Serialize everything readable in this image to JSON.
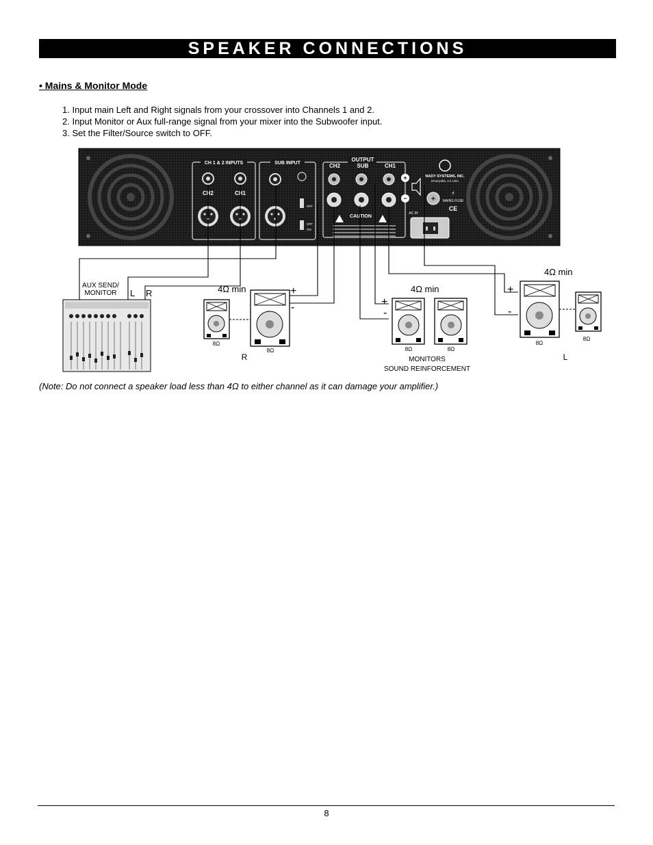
{
  "title": "SPEAKER CONNECTIONS",
  "section_heading": "• Mains & Monitor Mode",
  "steps": [
    "1. Input main Left and Right signals from your crossover into Channels 1 and 2.",
    "2. Input Monitor or Aux full-range signal from your mixer into the Subwoofer input.",
    "3. Set the Filter/Source switch to OFF."
  ],
  "amp_panel": {
    "inputs_label": "CH 1 & 2 INPUTS",
    "ch2_label": "CH2",
    "ch1_label": "CH1",
    "sub_input_label": "SUB INPUT",
    "output_label": "OUTPUT",
    "out_ch2": "CH2",
    "out_sub": "SUB",
    "out_ch1": "CH1",
    "brand": "NADY SYSTEMS, INC.",
    "city": "Emeryville, CA USA",
    "caution": "CAUTION",
    "mains_fuse": "MAINS FUSE",
    "ac_in": "AC IN",
    "ce": "CE",
    "filter_off": "OFF",
    "switch_off": "OFF",
    "switch_on": "ON"
  },
  "mixer": {
    "aux_label_line1": "AUX SEND/",
    "aux_label_line2": "MONITOR",
    "l": "L",
    "r": "R"
  },
  "speakers": {
    "right_group": {
      "min": "4Ω min",
      "small_ohm": "8Ω",
      "big_ohm": "8Ω",
      "side": "R",
      "plus": "+",
      "minus": "-"
    },
    "monitor_group": {
      "min": "4Ω min",
      "ohm1": "8Ω",
      "ohm2": "8Ω",
      "caption1": "MONITORS",
      "caption2": "SOUND REINFORCEMENT",
      "plus": "+",
      "minus": "-"
    },
    "left_group": {
      "min": "4Ω min",
      "big_ohm": "8Ω",
      "small_ohm": "8Ω",
      "side": "L",
      "plus": "+",
      "minus": "-"
    }
  },
  "note": "(Note: Do not connect a speaker load less than 4Ω to either channel as it can damage your amplifier.)",
  "page_number": "8"
}
